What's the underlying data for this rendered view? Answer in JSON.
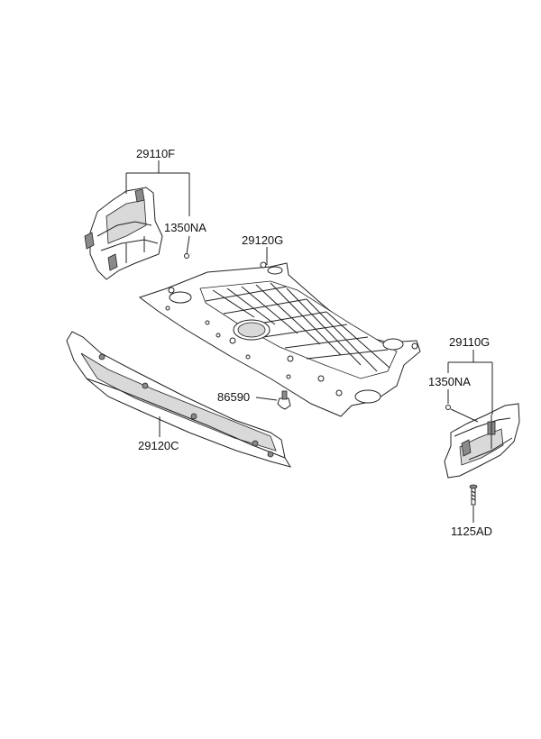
{
  "labels": {
    "p29110F": "29110F",
    "p1350NA_left": "1350NA",
    "p29120G": "29120G",
    "p29110G": "29110G",
    "p1350NA_right": "1350NA",
    "p86590": "86590",
    "p29120C": "29120C",
    "p1125AD": "1125AD"
  }
}
